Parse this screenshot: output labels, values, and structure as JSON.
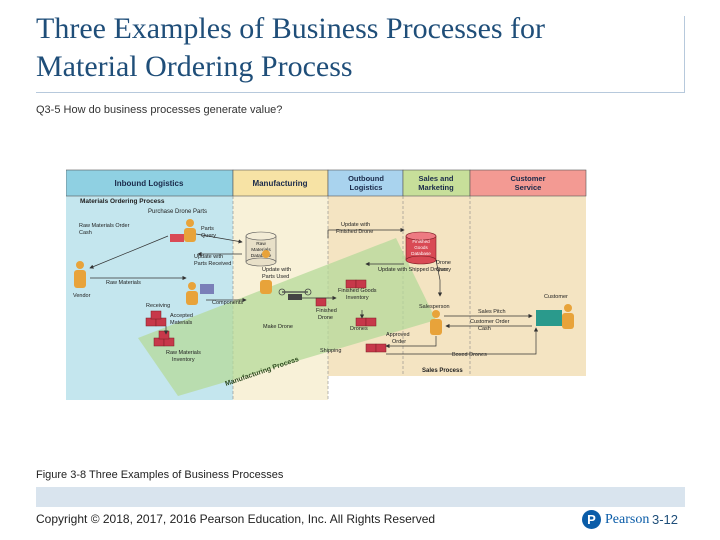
{
  "slide": {
    "title_line1": "Three Examples of Business Processes for",
    "title_line2": "Material Ordering Process",
    "subtitle": "Q3-5 How do business processes generate value?",
    "caption": "Figure 3-8 Three Examples of Business Processes",
    "copyright": "Copyright © 2018, 2017, 2016 Pearson Education, Inc. All Rights Reserved",
    "logo_letter": "P",
    "logo_text": "Pearson",
    "page_number": "3-12"
  },
  "diagram": {
    "swimlanes": {
      "inbound": "Inbound Logistics",
      "manufacturing": "Manufacturing",
      "outbound_1": "Outbound",
      "outbound_2": "Logistics",
      "sales_1": "Sales and",
      "sales_2": "Marketing",
      "customer_1": "Customer",
      "customer_2": "Service"
    },
    "labels": {
      "mop_title": "Materials Ordering Process",
      "purchase_parts": "Purchase Drone Parts",
      "raw_materials_order_1": "Raw Materials Order",
      "raw_materials_order_2": "Cash",
      "parts_query_1": "Parts",
      "parts_query_2": "Query",
      "vendor": "Vendor",
      "raw_materials": "Raw Materials",
      "update_parts_received_1": "Update with",
      "update_parts_received_2": "Parts Received",
      "rm_db_1": "Raw",
      "rm_db_2": "Materials",
      "rm_db_3": "Database",
      "update_parts_used_1": "Update with",
      "update_parts_used_2": "Parts Used",
      "update_finished_1": "Update with",
      "update_finished_2": "Finished Drone",
      "fg_db_1": "Finished",
      "fg_db_2": "Goods",
      "fg_db_3": "Database",
      "update_shipped": "Update with Shipped Drones",
      "drone_query_1": "Drone",
      "drone_query_2": "Query",
      "components": "Components",
      "receiving": "Receiving",
      "accepted_1": "Accepted",
      "accepted_2": "Materials",
      "fgi_1": "Finished Goods",
      "fgi_2": "Inventory",
      "finished_drone_1": "Finished",
      "finished_drone_2": "Drone",
      "make_drone": "Make Drone",
      "drones": "Drones",
      "salesperson": "Salesperson",
      "sales_pitch": "Sales Pitch",
      "customer_order_1": "Customer Order",
      "customer_order_2": "Cash",
      "customer": "Customer",
      "approved_1": "Approved",
      "approved_2": "Order",
      "boxed_drones": "Boxed Drones",
      "shipping": "Shipping",
      "rmi_1": "Raw Materials",
      "rmi_2": "Inventory",
      "manufacturing_process": "Manufacturing Process",
      "sales_process": "Sales Process"
    },
    "colors": {
      "inbound": "#8fd0e2",
      "manufacturing": "#f7e3a5",
      "outbound": "#a9d3ee",
      "sales": "#c7df9a",
      "customer": "#f39a93",
      "manufacturing_band": "#b5d99a",
      "sales_region": "#f4e4c2",
      "db_red": "#d94a55",
      "box_red": "#c7384a"
    }
  }
}
